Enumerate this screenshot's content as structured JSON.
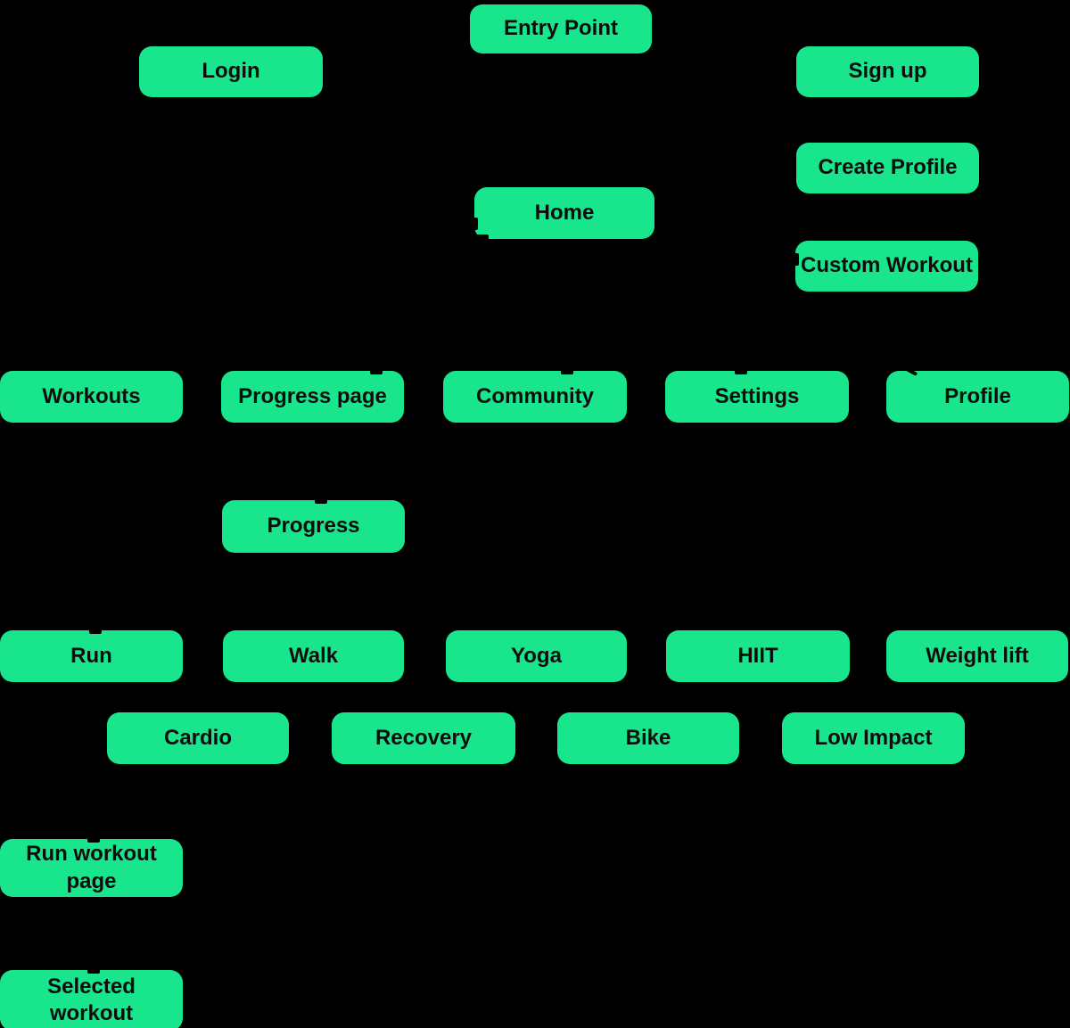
{
  "app": {
    "background_color": "#000000"
  },
  "diagram": {
    "type": "flowchart",
    "node_fill_color": "#19e58c",
    "node_text_color": "#0d0d0d",
    "nodes": {
      "entry_point": {
        "label": "Entry Point"
      },
      "login": {
        "label": "Login"
      },
      "sign_up": {
        "label": "Sign up"
      },
      "create_profile": {
        "label": "Create Profile"
      },
      "home": {
        "label": "Home"
      },
      "custom_workout": {
        "label": "Custom Workout"
      },
      "workouts": {
        "label": "Workouts"
      },
      "progress_page": {
        "label": "Progress page"
      },
      "community": {
        "label": "Community"
      },
      "settings": {
        "label": "Settings"
      },
      "profile": {
        "label": "Profile"
      },
      "progress": {
        "label": "Progress"
      },
      "run": {
        "label": "Run"
      },
      "walk": {
        "label": "Walk"
      },
      "yoga": {
        "label": "Yoga"
      },
      "hiit": {
        "label": "HIIT"
      },
      "weight_lift": {
        "label": "Weight lift"
      },
      "cardio": {
        "label": "Cardio"
      },
      "recovery": {
        "label": "Recovery"
      },
      "bike": {
        "label": "Bike"
      },
      "low_impact": {
        "label": "Low Impact"
      },
      "run_workout_page": {
        "label": "Run workout\npage"
      },
      "selected_workout": {
        "label": "Selected\nworkout"
      }
    }
  }
}
